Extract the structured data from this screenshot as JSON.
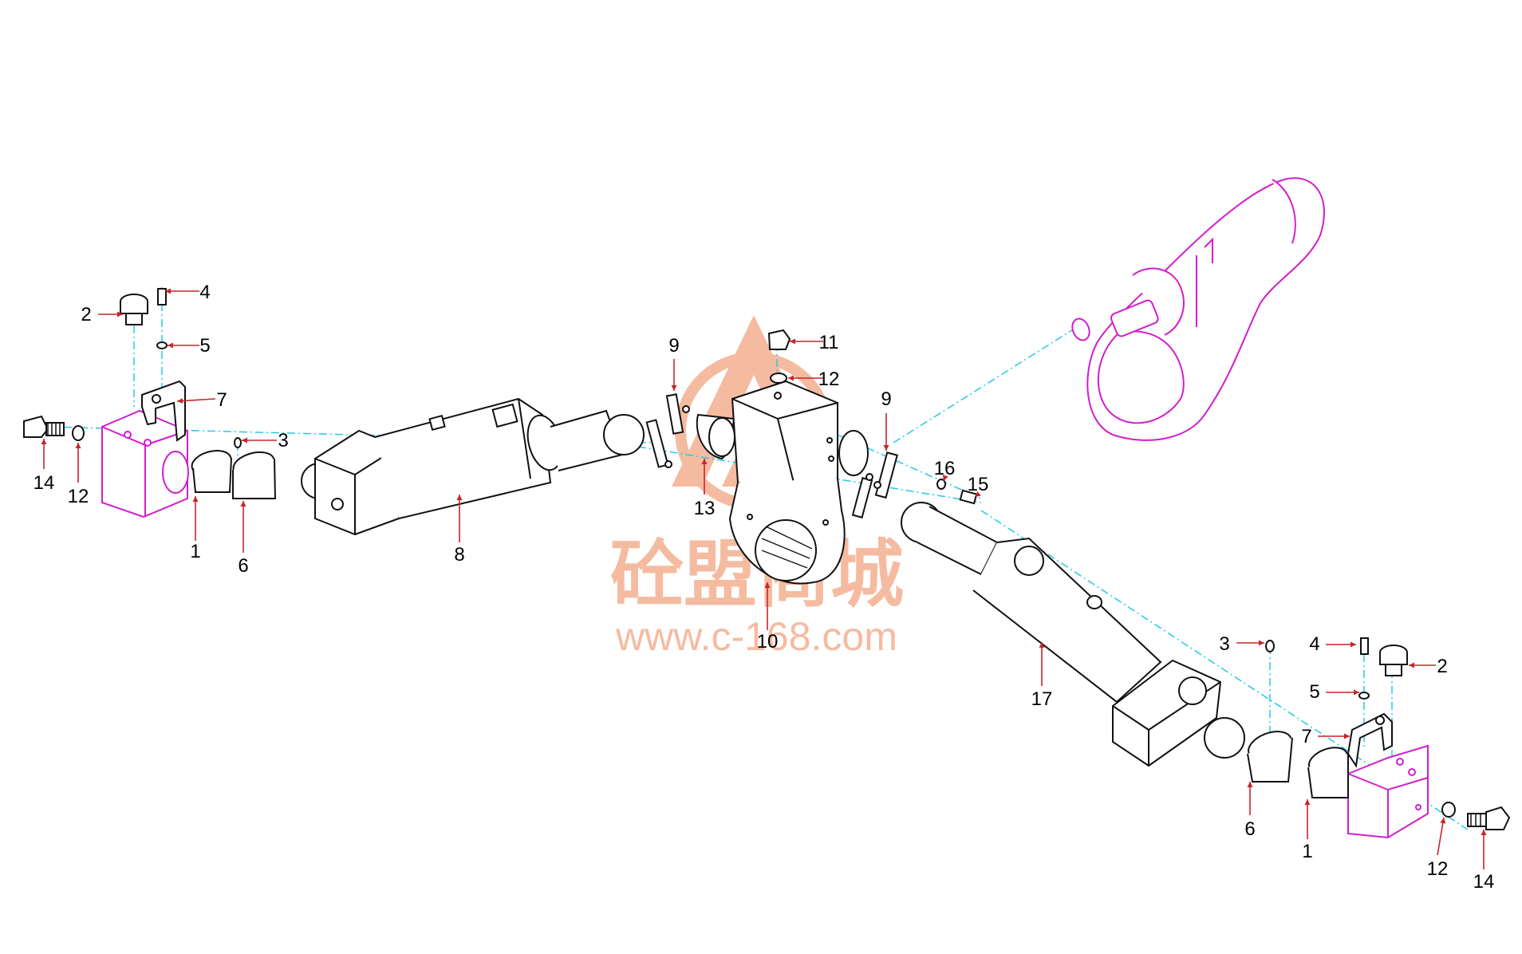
{
  "watermark": {
    "text": "砼盟商城",
    "url": "www.c-168.com",
    "color": "#f4b090"
  },
  "colors": {
    "axis": "#25c9e6",
    "leader": "#c8252a",
    "reference_part": "#d21ecd",
    "line": "#111111"
  },
  "callouts": [
    {
      "label": "2"
    },
    {
      "label": "4"
    },
    {
      "label": "5"
    },
    {
      "label": "7"
    },
    {
      "label": "14"
    },
    {
      "label": "12"
    },
    {
      "label": "1"
    },
    {
      "label": "6"
    },
    {
      "label": "3"
    },
    {
      "label": "8"
    },
    {
      "label": "9"
    },
    {
      "label": "13"
    },
    {
      "label": "11"
    },
    {
      "label": "12"
    },
    {
      "label": "9"
    },
    {
      "label": "16"
    },
    {
      "label": "15"
    },
    {
      "label": "10"
    },
    {
      "label": "17"
    },
    {
      "label": "3"
    },
    {
      "label": "4"
    },
    {
      "label": "2"
    },
    {
      "label": "5"
    },
    {
      "label": "7"
    },
    {
      "label": "6"
    },
    {
      "label": "1"
    },
    {
      "label": "12"
    },
    {
      "label": "14"
    }
  ]
}
